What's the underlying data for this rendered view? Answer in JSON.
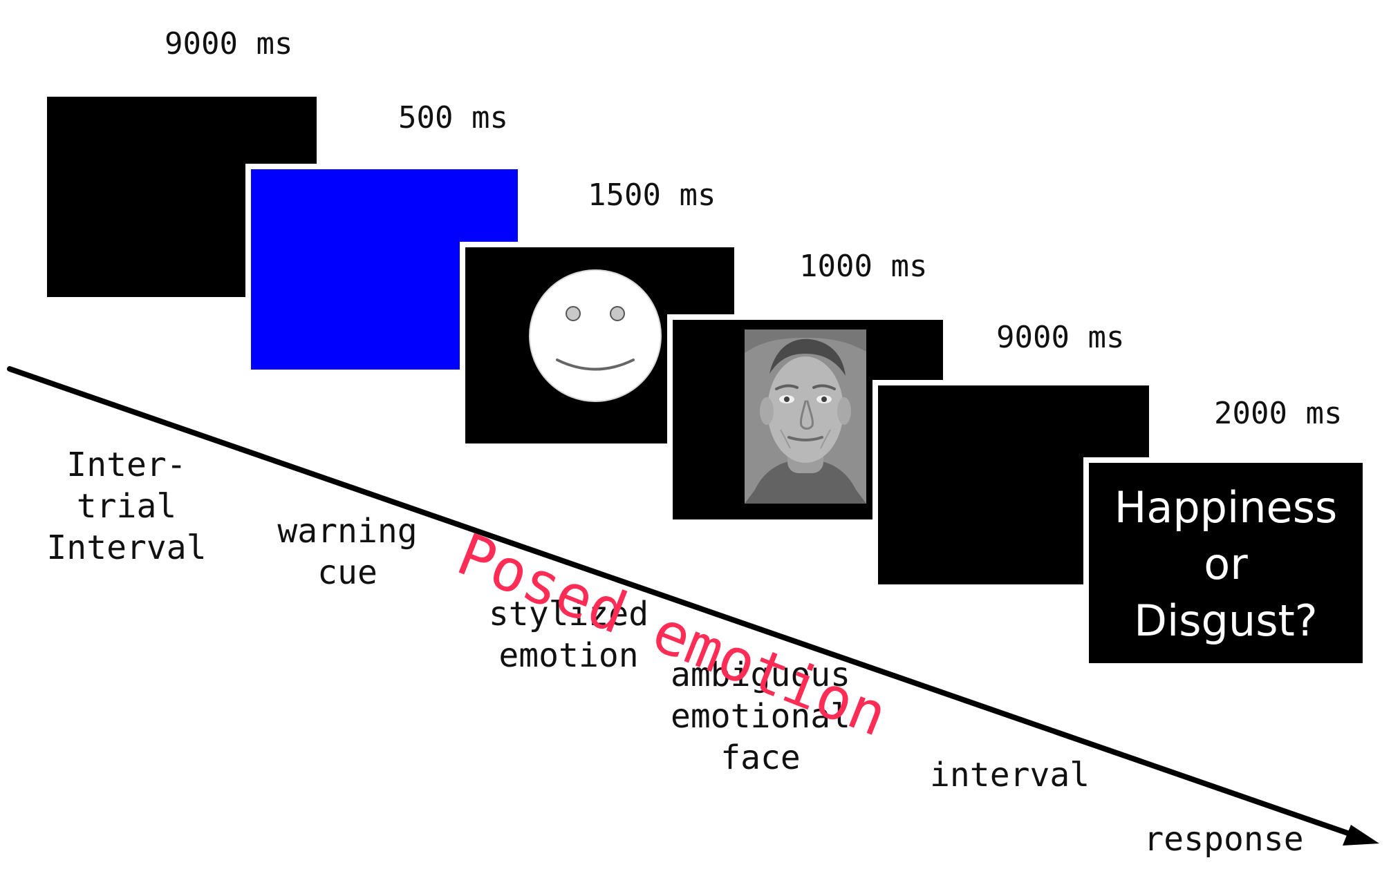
{
  "durations": {
    "iti": "9000 ms",
    "cue": "500 ms",
    "stylized": "1500 ms",
    "face": "1000 ms",
    "interval": "9000 ms",
    "response": "2000 ms"
  },
  "stages": {
    "iti": "Inter-trial\nInterval",
    "cue": "warning\ncue",
    "stylized": "stylized\nemotion",
    "face": "ambiguous\nemotional\nface",
    "interval": "interval",
    "response": "response"
  },
  "response_screen": {
    "line1": "Happiness",
    "line2": "or",
    "line3": "Disgust?"
  },
  "posed_label": "Posed emotion",
  "colors": {
    "black": "#000000",
    "cue_blue": "#0000ff",
    "posed_text": "#ff2d55",
    "face_bg": "#8f8f8f"
  }
}
